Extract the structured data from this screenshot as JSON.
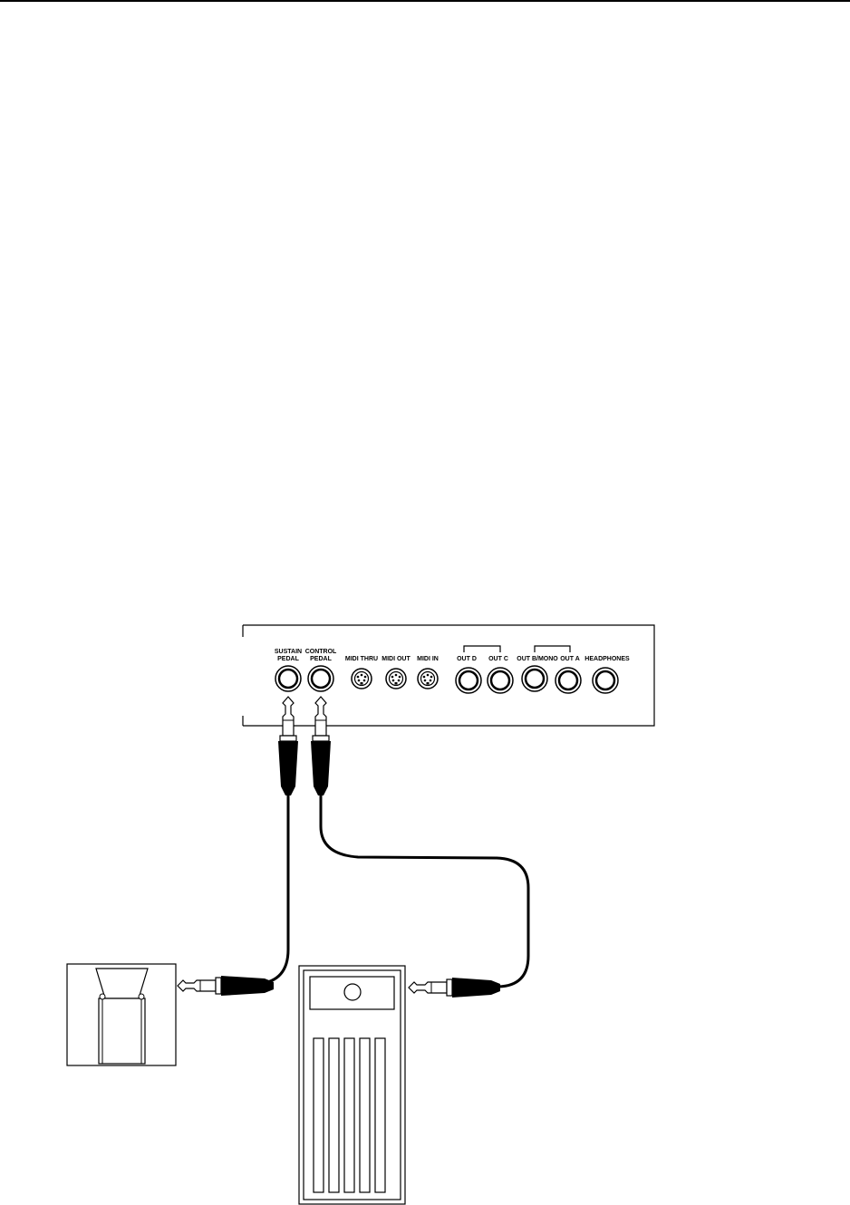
{
  "panel": {
    "sustain_line1": "SUSTAIN",
    "sustain_line2": "PEDAL",
    "control_line1": "CONTROL",
    "control_line2": "PEDAL",
    "midi_thru": "MIDI THRU",
    "midi_out": "MIDI OUT",
    "midi_in": "MIDI IN",
    "out_d": "OUT D",
    "out_c": "OUT C",
    "out_b_mono": "OUT B/MONO",
    "out_a": "OUT A",
    "headphones": "HEADPHONES"
  },
  "colors": {
    "ink": "#000000",
    "paper": "#ffffff"
  }
}
